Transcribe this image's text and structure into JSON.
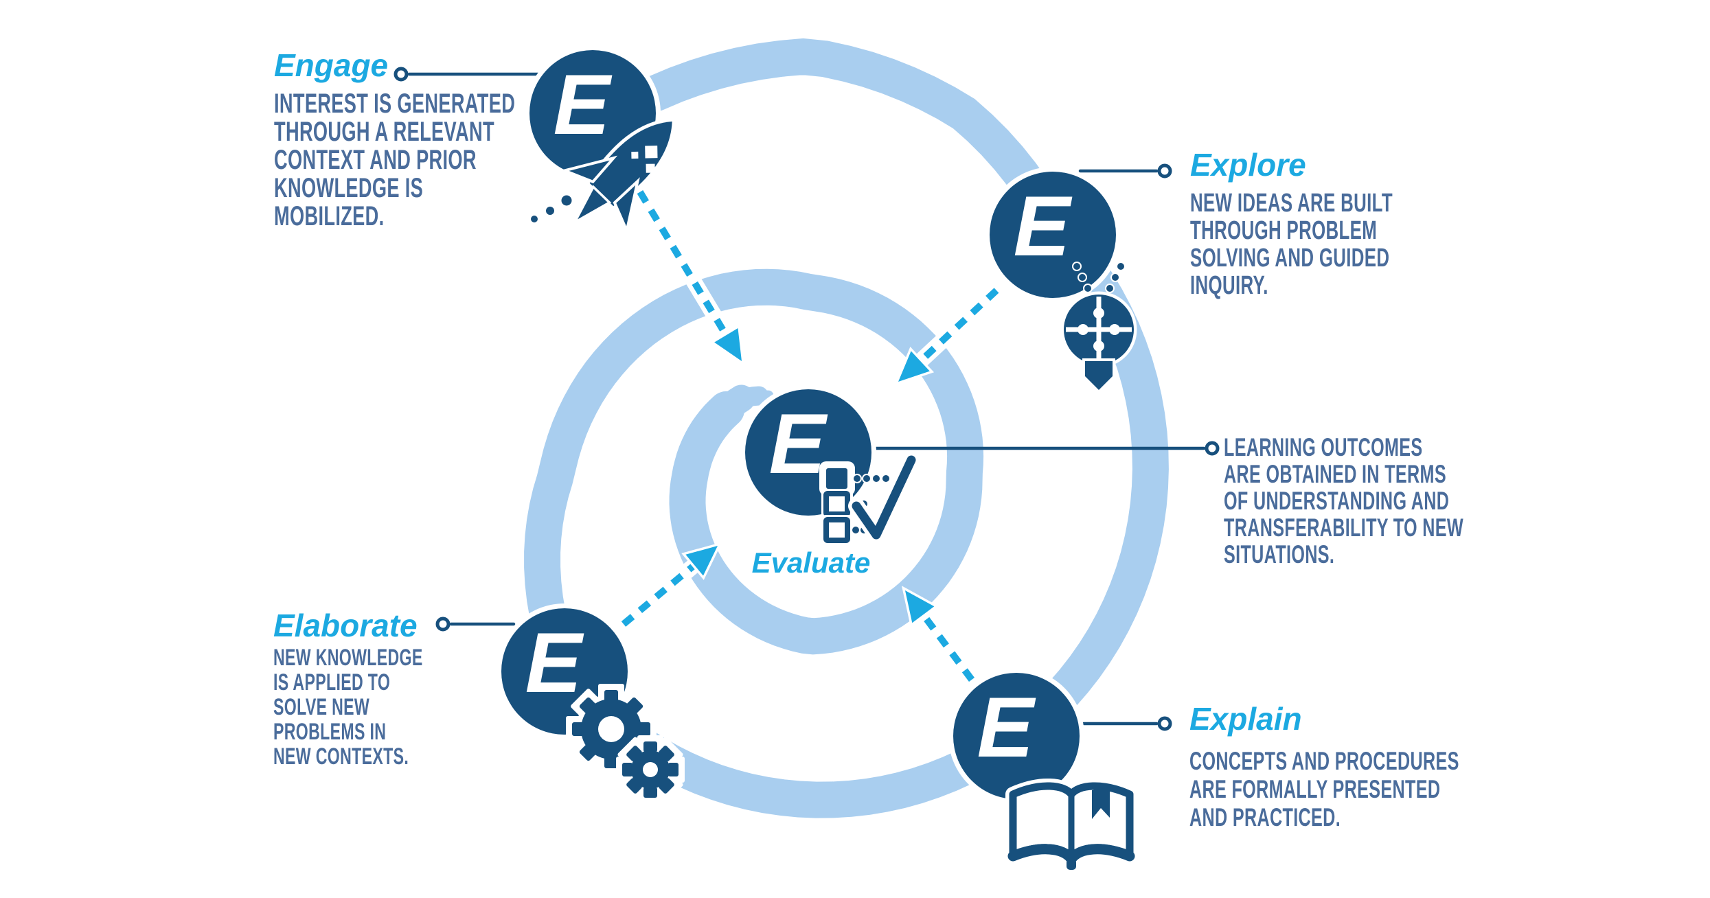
{
  "palette": {
    "navy": "#17507D",
    "ribbon": "#A9CEEF",
    "cyan": "#1CA9E1",
    "slate": "#4A6C9B"
  },
  "node_letter": "E",
  "nodes": {
    "engage": {
      "title": "Engage",
      "description": "INTEREST IS GENERATED\nTHROUGH A RELEVANT\nCONTEXT AND PRIOR\nKNOWLEDGE IS\nMOBILIZED."
    },
    "explore": {
      "title": "Explore",
      "description": "NEW IDEAS ARE BUILT\nTHROUGH PROBLEM\nSOLVING AND GUIDED\nINQUIRY."
    },
    "evaluate": {
      "title": "Evaluate",
      "callout": "LEARNING OUTCOMES\nARE OBTAINED IN TERMS\nOF UNDERSTANDING AND\nTRANSFERABILITY TO NEW\nSITUATIONS."
    },
    "elaborate": {
      "title": "Elaborate",
      "description": "NEW KNOWLEDGE\nIS APPLIED TO\nSOLVE NEW\nPROBLEMS IN\nNEW CONTEXTS."
    },
    "explain": {
      "title": "Explain",
      "description": "CONCEPTS AND PROCEDURES\nARE FORMALLY PRESENTED\nAND PRACTICED."
    }
  }
}
